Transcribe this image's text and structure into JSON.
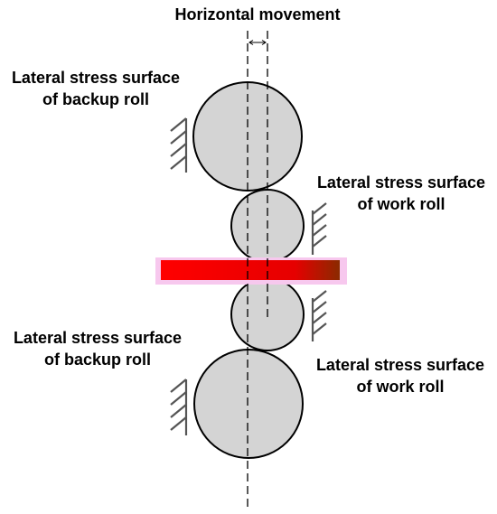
{
  "title": "Horizontal movement",
  "labels": {
    "backup_top": [
      "Lateral stress surface",
      "of backup roll"
    ],
    "work_top": [
      "Lateral stress surface",
      "of work roll"
    ],
    "backup_bottom": [
      "Lateral stress surface",
      "of backup roll"
    ],
    "work_bottom": [
      "Lateral stress surface",
      "of work roll"
    ]
  },
  "colors": {
    "roll_fill": "#d4d4d4",
    "strip": "#ee0000",
    "strip_glow": "#f7c8ee",
    "line": "#000000"
  }
}
